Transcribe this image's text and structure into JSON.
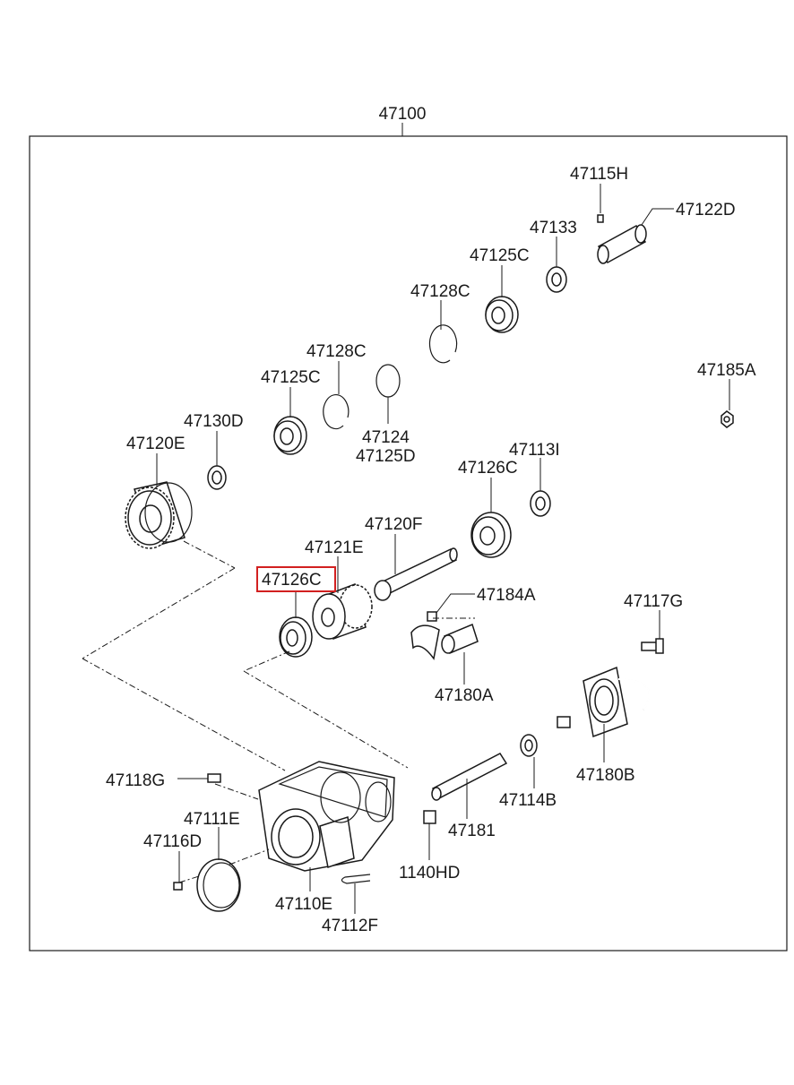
{
  "assembly_label": "47100",
  "parts": {
    "p47115H": "47115H",
    "p47122D": "47122D",
    "p47133": "47133",
    "p47125C_a": "47125C",
    "p47128C_a": "47128C",
    "p47128C_b": "47128C",
    "p47125C_b": "47125C",
    "p47185A": "47185A",
    "p47130D": "47130D",
    "p47124": "47124",
    "p47125D": "47125D",
    "p47120E": "47120E",
    "p47113I": "47113I",
    "p47126C_a": "47126C",
    "p47120F": "47120F",
    "p47121E": "47121E",
    "p47126C_b": "47126C",
    "p47184A": "47184A",
    "p47117G": "47117G",
    "p47180A": "47180A",
    "p47180B": "47180B",
    "p47118G": "47118G",
    "p47114B": "47114B",
    "p47111E": "47111E",
    "p47116D": "47116D",
    "p47181": "47181",
    "p1140HD": "1140HD",
    "p47110E": "47110E",
    "p47112F": "47112F"
  },
  "highlighted_part": "47126C",
  "colors": {
    "highlight": "#d22020",
    "line": "#1a1a1a",
    "background": "#ffffff"
  }
}
